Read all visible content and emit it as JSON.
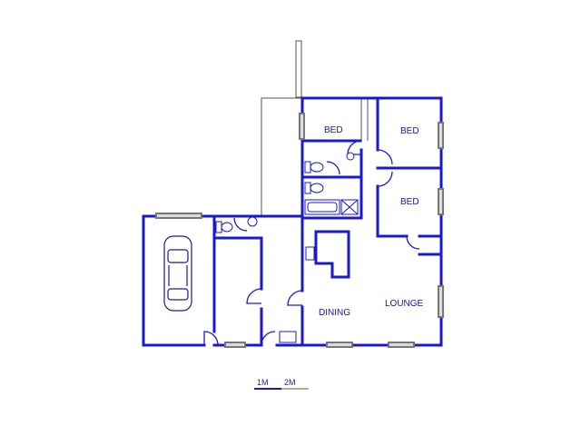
{
  "rooms": {
    "bed1": "BED",
    "bed2": "BED",
    "bed3": "BED",
    "dining": "DINING",
    "lounge": "LOUNGE"
  },
  "scale": {
    "label_1": "1M",
    "label_2": "2M"
  },
  "colors": {
    "wall": "#1a1acc",
    "thin_line": "#555555",
    "window": "#888888"
  }
}
